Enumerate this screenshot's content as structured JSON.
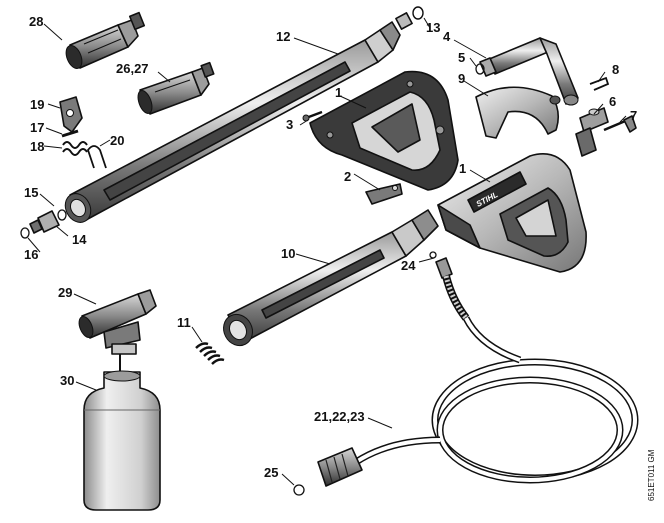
{
  "labels": {
    "l28": "28",
    "l12": "12",
    "l13": "13",
    "l4": "4",
    "l5": "5",
    "l8": "8",
    "l26": "26,27",
    "l9": "9",
    "l19": "19",
    "l1a": "1",
    "l6": "6",
    "l17": "17",
    "l3": "3",
    "l7": "7",
    "l20": "20",
    "l18": "18",
    "l1b": "1",
    "l15": "15",
    "l2": "2",
    "l14": "14",
    "l16": "16",
    "l10": "10",
    "l24": "24",
    "l29": "29",
    "l11": "11",
    "l30": "30",
    "l21": "21,22,23",
    "l25": "25"
  },
  "reference_code": "651ET011 GM",
  "brand_text": "STIHL",
  "colors": {
    "dark": "#2b2b2b",
    "mid": "#6e6e6e",
    "light": "#bdbdbd",
    "pale": "#e6e6e6"
  }
}
